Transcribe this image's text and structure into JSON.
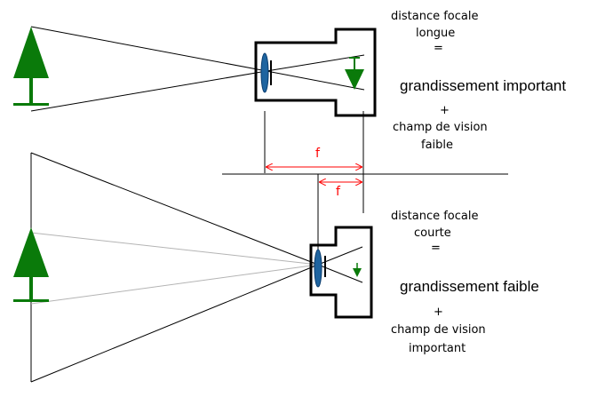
{
  "top_camera": {
    "line1": "distance focale",
    "line2": "longue",
    "equals": "=",
    "result": "grandissement important",
    "plus": "+",
    "vision1": "champ de vision",
    "vision2": "faible"
  },
  "bottom_camera": {
    "line1": "distance focale",
    "line2": "courte",
    "equals": "=",
    "result": "grandissement faible",
    "plus": "+",
    "vision1": "champ de vision",
    "vision2": "important"
  },
  "focal_labels": {
    "long": "f",
    "short": "f"
  },
  "colors": {
    "tree": "#0a7a0a",
    "lens": "#1e64a0",
    "arrow": "#ff0000",
    "lines": "#000000",
    "light_rays": "#b4b4b4"
  }
}
